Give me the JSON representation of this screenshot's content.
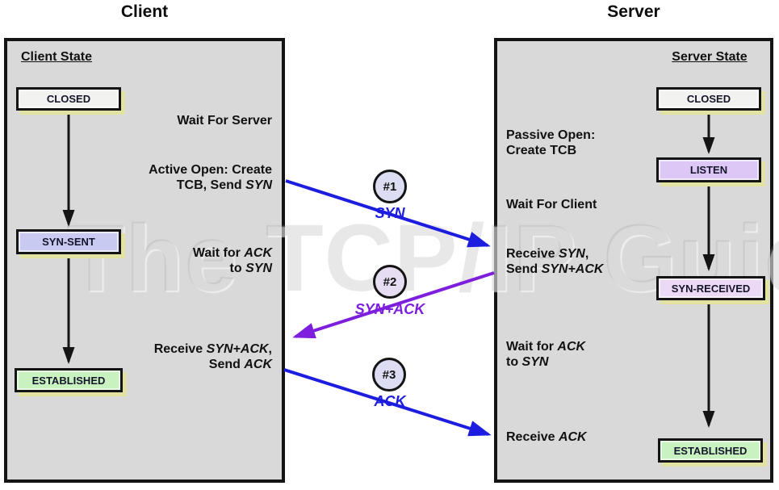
{
  "watermark": {
    "text": "The TCP/IP Guide"
  },
  "client": {
    "title": "Client",
    "state_heading": "Client State",
    "states": {
      "closed": "CLOSED",
      "syn_sent": "SYN-SENT",
      "established": "ESTABLISHED"
    },
    "annotations": {
      "wait_for_server": "Wait For Server",
      "active_open_l1": "Active Open: Create",
      "active_open_l2a": "TCB, Send ",
      "active_open_l2b": "SYN",
      "wait_ack_l1a": "Wait for ",
      "wait_ack_l1b": "ACK",
      "wait_ack_l2a": "to ",
      "wait_ack_l2b": "SYN",
      "recv_l1a": "Receive ",
      "recv_l1b": "SYN+ACK",
      "recv_l1c": ",",
      "recv_l2a": "Send ",
      "recv_l2b": "ACK"
    }
  },
  "server": {
    "title": "Server",
    "state_heading": "Server State",
    "states": {
      "closed": "CLOSED",
      "listen": "LISTEN",
      "syn_received": "SYN-RECEIVED",
      "established": "ESTABLISHED"
    },
    "annotations": {
      "passive_open_l1": "Passive Open:",
      "passive_open_l2": "Create TCB",
      "wait_for_client": "Wait For Client",
      "recv_syn_l1a": "Receive ",
      "recv_syn_l1b": "SYN",
      "recv_syn_l1c": ",",
      "recv_syn_l2a": "Send ",
      "recv_syn_l2b": "SYN+ACK",
      "wait_ack_l1a": "Wait for ",
      "wait_ack_l1b": "ACK",
      "wait_ack_l2a": "to ",
      "wait_ack_l2b": "SYN",
      "recv_ack_a": "Receive ",
      "recv_ack_b": "ACK"
    }
  },
  "messages": [
    {
      "num": "#1",
      "label": "SYN",
      "color": "#1d1de0"
    },
    {
      "num": "#2",
      "label": "SYN+ACK",
      "color": "#7d1fdd"
    },
    {
      "num": "#3",
      "label": "ACK",
      "color": "#1d1de0"
    }
  ],
  "colors": {
    "panel_bg": "#d9d9d9",
    "box_shadow": "#e2e2a2",
    "closed_fill": "#f2f2f0",
    "syn_sent_fill": "#c9caf2",
    "listen_fill": "#ddc7f7",
    "syn_received_fill": "#ecd9f5",
    "established_fill": "#c9f2c1",
    "arrow_blue": "#1d1de0",
    "arrow_purple": "#7d1fdd",
    "arrow_black": "#141414"
  }
}
